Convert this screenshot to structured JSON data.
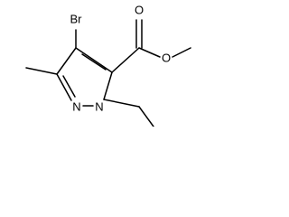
{
  "molecule": {
    "atoms": {
      "bromine": "Br",
      "carbonyl_oxygen": "O",
      "ester_oxygen": "O",
      "ring_nitrogen_1": "N",
      "ring_nitrogen_2": "N"
    }
  }
}
